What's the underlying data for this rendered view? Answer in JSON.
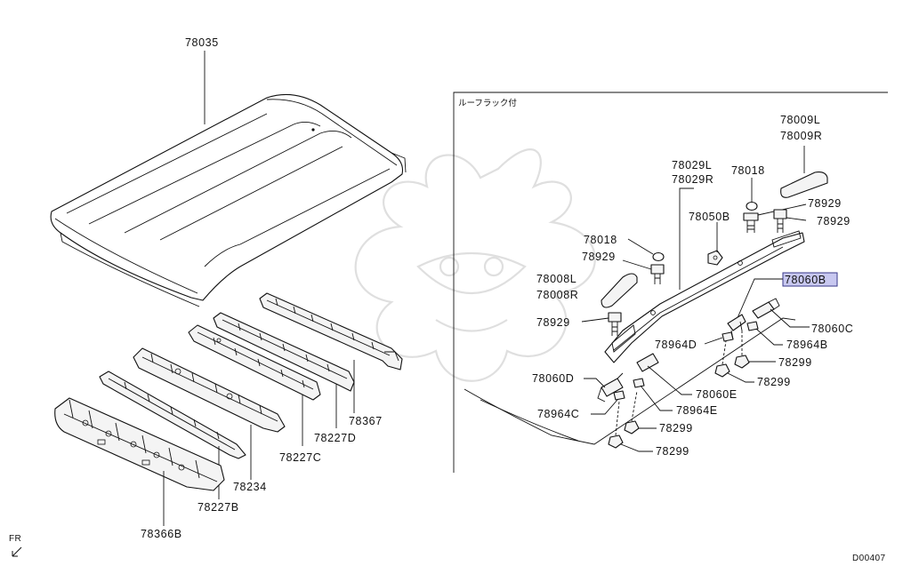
{
  "section_title": "ルーフラック付",
  "diagram_code": "D00407",
  "front_marker": "FR",
  "highlight_color": "#c8c8f0",
  "parts": {
    "p78035": "78035",
    "p78367": "78367",
    "p78227D": "78227D",
    "p78227C": "78227C",
    "p78234": "78234",
    "p78227B": "78227B",
    "p78366B": "78366B",
    "p78009L": "78009L",
    "p78009R": "78009R",
    "p78029L": "78029L",
    "p78029R": "78029R",
    "p78018_top": "78018",
    "p78050B": "78050B",
    "p78929_a": "78929",
    "p78929_b": "78929",
    "p78018_mid": "78018",
    "p78929_c": "78929",
    "p78008L": "78008L",
    "p78008R": "78008R",
    "p78929_d": "78929",
    "p78060B": "78060B",
    "p78060C": "78060C",
    "p78964D": "78964D",
    "p78964B": "78964B",
    "p78299_a": "78299",
    "p78299_b": "78299",
    "p78060D": "78060D",
    "p78060E": "78060E",
    "p78964C": "78964C",
    "p78964E": "78964E",
    "p78299_c": "78299",
    "p78299_d": "78299"
  }
}
